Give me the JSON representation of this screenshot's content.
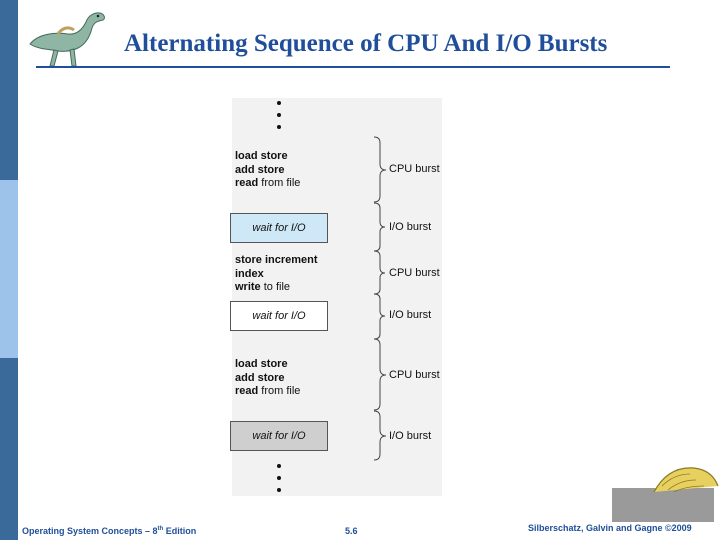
{
  "slide": {
    "title": "Alternating Sequence of CPU And I/O Bursts"
  },
  "diagram": {
    "segments": [
      {
        "type": "cpu",
        "lines": [
          {
            "bold": "load store",
            "rest": ""
          },
          {
            "bold": "add store",
            "rest": ""
          },
          {
            "bold": "read",
            "rest": " from file"
          }
        ],
        "label": "CPU burst"
      },
      {
        "type": "io",
        "text": "wait for I/O",
        "fill": "#cfe8f7",
        "label": "I/O burst"
      },
      {
        "type": "cpu",
        "lines": [
          {
            "bold": "store increment",
            "rest": ""
          },
          {
            "bold": "index",
            "rest": ""
          },
          {
            "bold": "write",
            "rest": " to file"
          }
        ],
        "label": "CPU burst"
      },
      {
        "type": "io",
        "text": "wait for I/O",
        "fill": "#ffffff",
        "label": "I/O burst"
      },
      {
        "type": "cpu",
        "lines": [
          {
            "bold": "load store",
            "rest": ""
          },
          {
            "bold": "add store",
            "rest": ""
          },
          {
            "bold": "read",
            "rest": " from file"
          }
        ],
        "label": "CPU burst"
      },
      {
        "type": "io",
        "text": "wait for I/O",
        "fill": "#cfcfcf",
        "label": "I/O burst"
      }
    ]
  },
  "footer": {
    "left_main": "Operating System Concepts – 8",
    "left_sup": "th",
    "left_tail": " Edition",
    "page": "5.6",
    "right": "Silberschatz, Galvin and Gagne ©2009"
  },
  "colors": {
    "title": "#1f4e9a",
    "sidebar_dark": "#3a6a9a",
    "sidebar_light": "#9ec3ea"
  }
}
